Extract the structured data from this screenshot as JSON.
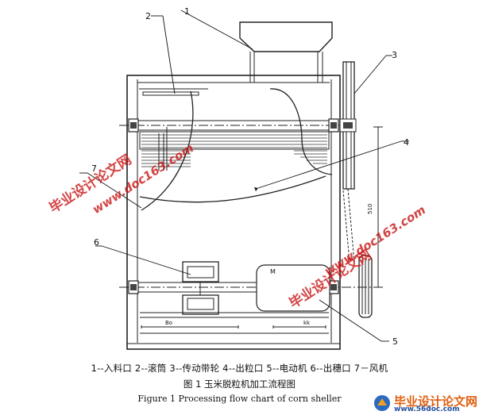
{
  "callouts": [
    "1",
    "2",
    "3",
    "4",
    "5",
    "6",
    "7"
  ],
  "motor_letter": "M",
  "dims": {
    "vertical": "510",
    "bottom_left": "Bo",
    "bottom_right": "kk"
  },
  "legend_text": "1--入料口   2--滚筒   3--传动带轮 4--出粒口   5--电动机   6--出穗口   7－风机",
  "caption_cn": "图 1   玉米脱粒机加工流程图",
  "caption_en": "Figure 1 Processing flow chart of corn sheller",
  "watermarks": {
    "cn": "毕业设计论文网",
    "url": "www.doc163.com"
  },
  "logo": {
    "cn": "毕业设计论文网",
    "url": "www.56doc.com"
  }
}
